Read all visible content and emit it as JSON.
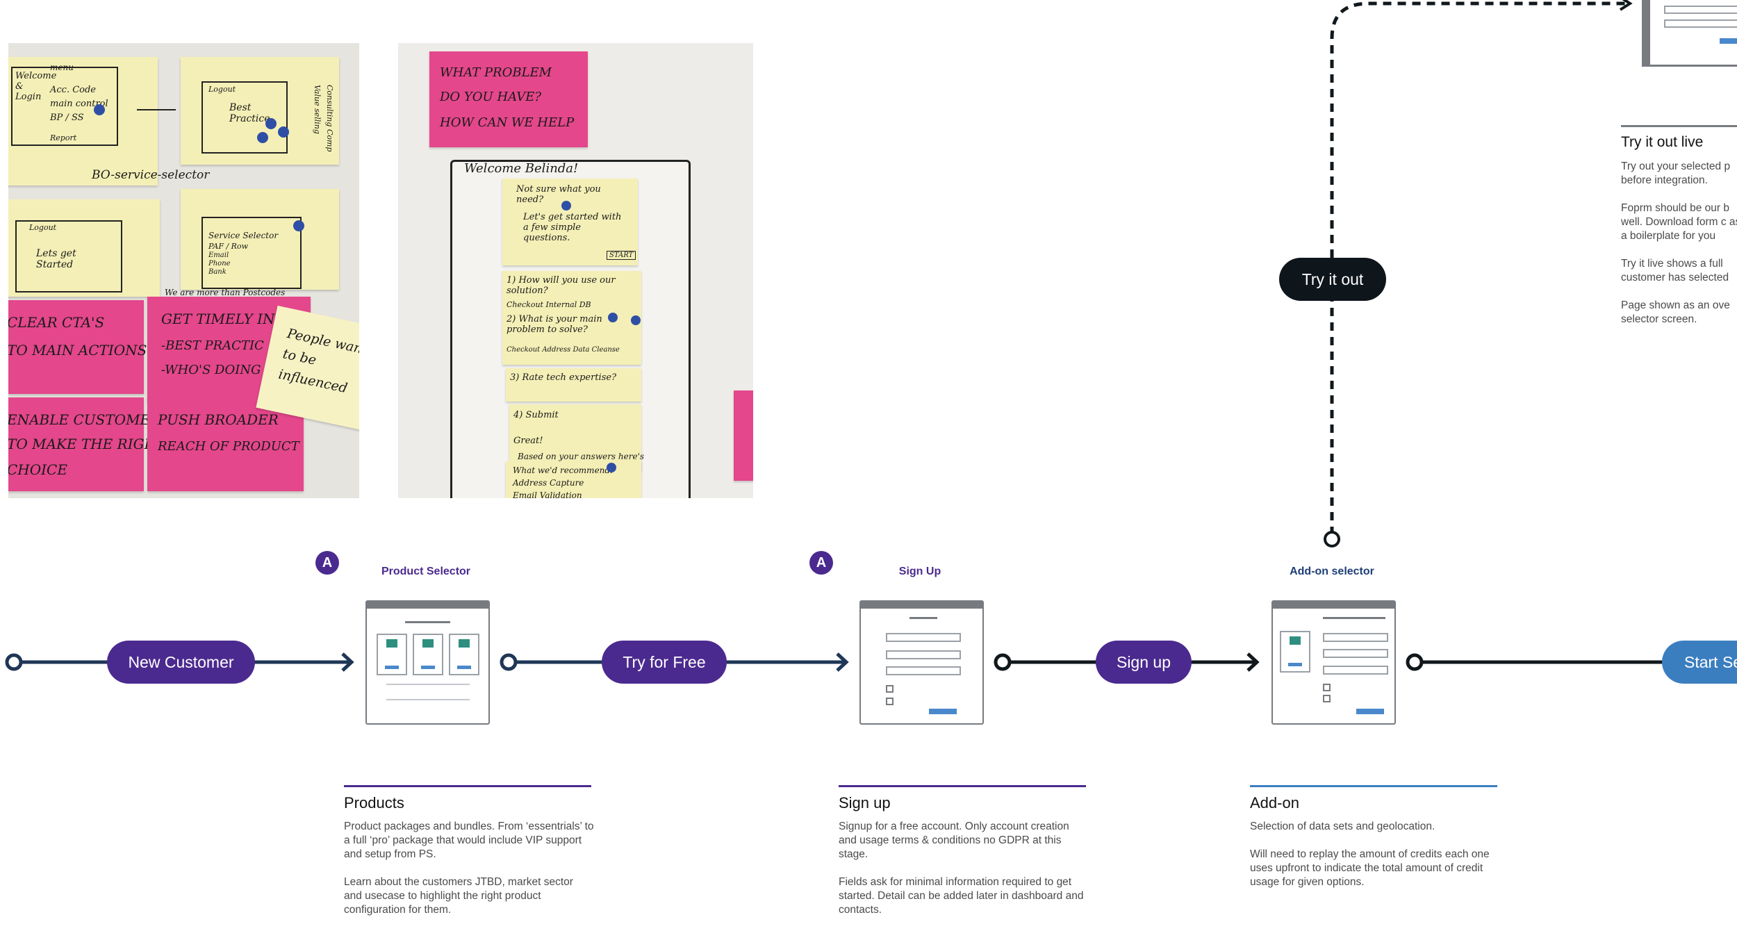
{
  "colors": {
    "purple": "#4b2a8f",
    "navy": "#1f3656",
    "black": "#11181c",
    "steel_blue": "#3b7ec0",
    "pill_dark": "#0e151b",
    "purple_rule": "#4b2a8f",
    "blue_rule": "#3b7ec0"
  },
  "photo1": {
    "notes": {
      "welcome": "Welcome & Login",
      "menu": "menu",
      "acc_code": "Acc. Code",
      "main_control": "main control",
      "bp": "BP / SS",
      "report": "Report",
      "page2_logout": "Logout",
      "best_practice": "Best Practice",
      "value_selling": "Value selling",
      "consulting": "Consulting Comp",
      "bo_service_selector": "BO-service-selector",
      "logout": "Logout",
      "lets_get_started": "Lets get Started",
      "service_selector": "Service Selector",
      "paf_row": "PAF / Row",
      "email": "Email",
      "phone": "Phone",
      "bank": "Bank",
      "we_are_more": "We are more than Postcodes",
      "clear_ctas": "CLEAR CTA'S",
      "main_actions": "TO MAIN ACTIONS",
      "enable_customer": "ENABLE CUSTOMER",
      "make_right_choice": "TO MAKE THE RIGHT",
      "choice": "CHOICE",
      "get_timely": "GET TIMELY IN",
      "best_practice_pink": "-BEST PRACTIC",
      "whos_doing": "-WHO'S DOING",
      "push_broader": "PUSH BROADER",
      "reach_product": "REACH OF PRODUCT",
      "people": "People want",
      "to_be": "to be",
      "influenced": "influenced"
    }
  },
  "photo2": {
    "notes": {
      "what_problem": "WHAT PROBLEM",
      "do_you_have": "DO YOU HAVE?",
      "how_can_we_help": "HOW CAN WE HELP",
      "welcome_belinda": "Welcome Belinda!",
      "not_sure": "Not sure what you need?",
      "lets_get_started": "Let's get started with a few simple questions.",
      "start": "START",
      "q1": "1) How will you use our solution?",
      "q1_opts": "Checkout  Internal DB",
      "q2": "2) What is your main problem to solve?",
      "q2_opts": "Checkout  Address  Data Cleanse",
      "q3": "3) Rate tech expertise?",
      "q4": "4) Submit",
      "great": "Great!",
      "based_on": "Based on your answers here's",
      "what_wed": "What we'd recommend:",
      "address_capture": "Address Capture",
      "email_validation": "Email Validation"
    }
  },
  "flow": {
    "pills": {
      "new_customer": "New Customer",
      "try_for_free": "Try for Free",
      "sign_up": "Sign up",
      "start_se": "Start Se",
      "try_it_out": "Try it out"
    },
    "badges": {
      "a1": "A",
      "a2": "A"
    },
    "stages": {
      "product_selector": "Product Selector",
      "sign_up": "Sign Up",
      "addon_selector": "Add-on selector"
    }
  },
  "descriptions": {
    "products": {
      "title": "Products",
      "p1": "Product packages and bundles. From ‘essentrials’ to a full ‘pro’ package that would include VIP support and setup from PS.",
      "p2": "Learn about the customers JTBD, market sector and usecase to highlight the right product configuration for them."
    },
    "signup": {
      "title": "Sign up",
      "p1": "Signup for a free account. Only account creation and usage terms & conditions no GDPR at this stage.",
      "p2": "Fields ask for minimal information required to get started. Detail can be added later in dashboard and contacts."
    },
    "addon": {
      "title": "Add-on",
      "p1": "Selection of data sets and geolocation.",
      "p2": "Will need to replay the amount of credits each one uses upfront to indicate the total amount of credit usage for given options."
    },
    "try_live": {
      "title": "Try it out live",
      "p1": "Try out your selected p before integration.",
      "p2": "Foprm should be our b well. Download form c as a boilerplate for you",
      "p3": "Try it live shows a full customer has selected",
      "p4": "Page shown as an ove selector screen."
    }
  }
}
